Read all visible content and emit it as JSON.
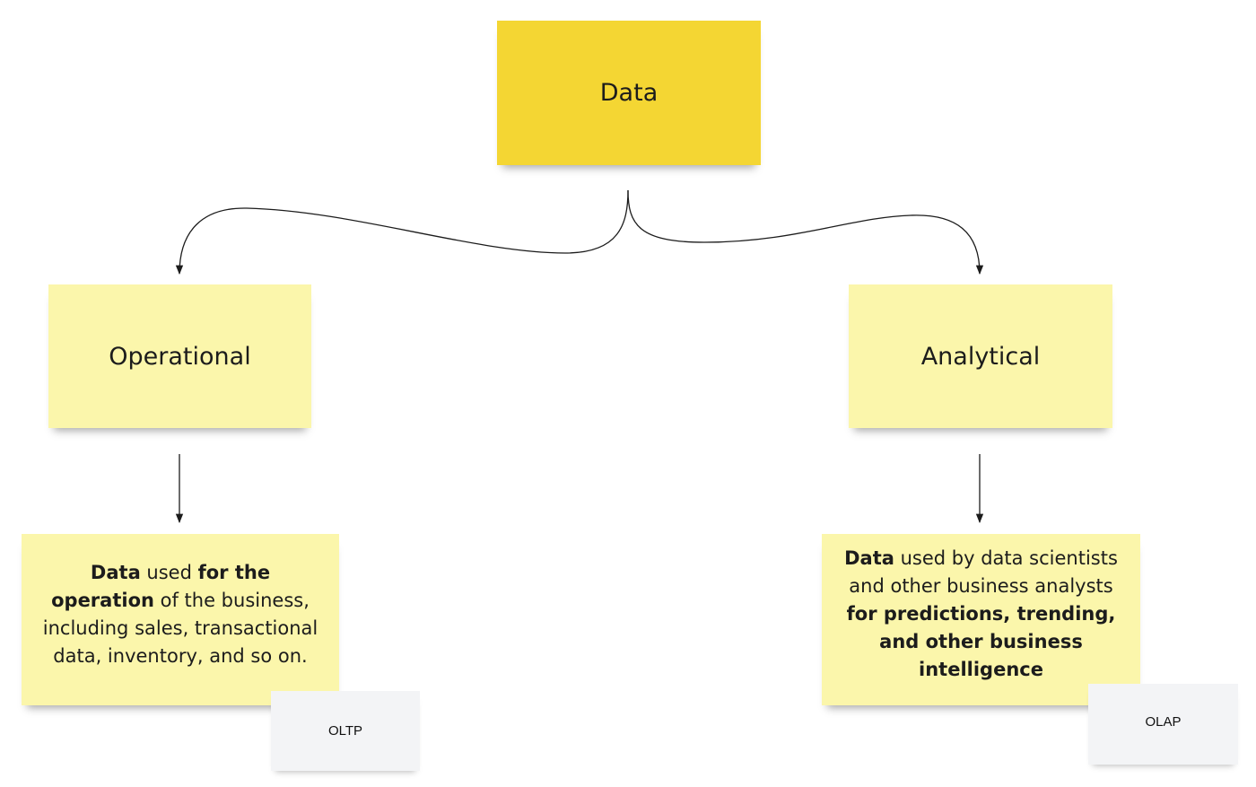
{
  "nodes": {
    "root": {
      "label": "Data"
    },
    "operational": {
      "label": "Operational"
    },
    "analytical": {
      "label": "Analytical"
    }
  },
  "descriptions": {
    "operational": {
      "parts": [
        {
          "text": "Data",
          "bold": true
        },
        {
          "text": " used ",
          "bold": false
        },
        {
          "text": "for the operation",
          "bold": true
        },
        {
          "text": " of the business, including sales, transactional data, inventory, and so on.",
          "bold": false
        }
      ]
    },
    "analytical": {
      "parts": [
        {
          "text": "Data",
          "bold": true
        },
        {
          "text": " used by data scientists and other business analysts ",
          "bold": false
        },
        {
          "text": "for predictions, trending, and other business intelligence",
          "bold": true
        }
      ]
    }
  },
  "tags": {
    "oltp": "OLTP",
    "olap": "OLAP"
  },
  "colors": {
    "root_sticky": "#f4d633",
    "sticky": "#fbf6ab",
    "tag": "#f3f4f6",
    "connector": "#1c1c1c"
  }
}
